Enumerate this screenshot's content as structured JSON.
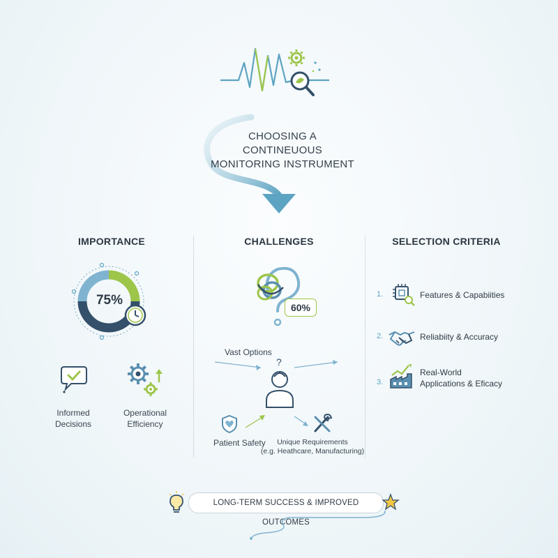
{
  "title": {
    "lines": [
      "CHOOSING A",
      "CONTINEUOUS",
      "MONITORING INSTRUMENT"
    ]
  },
  "columns": {
    "importance": {
      "heading": "IMPORTANCE",
      "gauge_value": "75%",
      "gauge_fraction": 0.75,
      "items": [
        {
          "line1": "Informed",
          "line2": "Decisions",
          "icon": "speech-bubble-check-icon"
        },
        {
          "line1": "Operational",
          "line2": "Efficiency",
          "icon": "gears-icon"
        }
      ]
    },
    "challenges": {
      "heading": "CHALLENGES",
      "tangle_value": "60%",
      "vast_options": "Vast Options",
      "patient_safety": "Patient Safety",
      "unique_req_line1": "Unique Requirements",
      "unique_req_line2": "(e.g. Heathcare, Manufacturing)"
    },
    "selection": {
      "heading": "SELECTION CRITERIA",
      "items": [
        {
          "num": "1.",
          "line1": "Features & Capabiities",
          "line2": "",
          "icon": "chip-magnifier-icon"
        },
        {
          "num": "2.",
          "line1": "Reliabiity & Accuracy",
          "line2": "",
          "icon": "handshake-icon"
        },
        {
          "num": "3.",
          "line1": "Real-World",
          "line2": "Applications & Eficacy",
          "icon": "factory-growth-icon"
        }
      ]
    }
  },
  "banner": {
    "text": "LONG-TERM SUCCESS & IMPROVED OUTCOMES"
  },
  "colors": {
    "accent_blue": "#5da4c2",
    "accent_green": "#9cc54a",
    "dark_blue": "#34506a",
    "star_yellow": "#f2c744"
  }
}
